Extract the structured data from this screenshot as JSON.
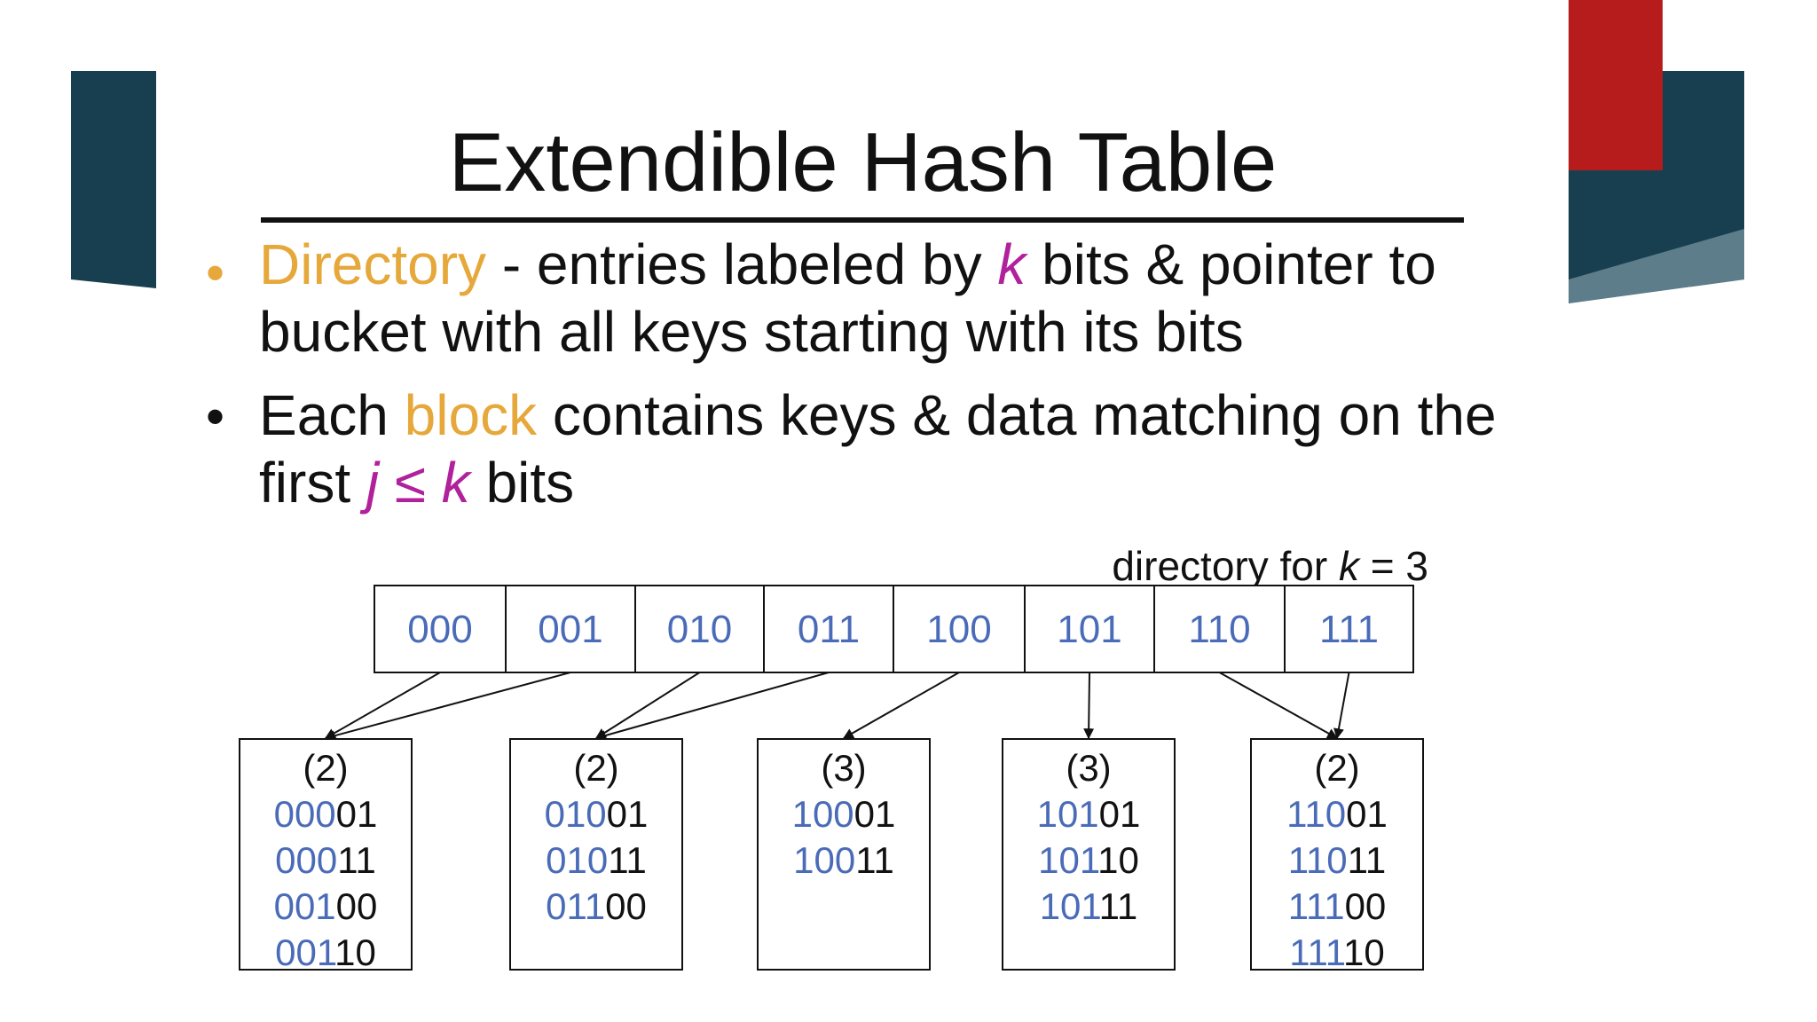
{
  "title": "Extendible Hash Table",
  "bullets": [
    {
      "parts": [
        {
          "text": "Directory",
          "style": "orange"
        },
        {
          "text": " - entries labeled by ",
          "style": "plain"
        },
        {
          "text": "k",
          "style": "magenta"
        },
        {
          "text": " bits & pointer to bucket with all keys starting with its bits",
          "style": "plain"
        }
      ]
    },
    {
      "parts": [
        {
          "text": "Each ",
          "style": "plain"
        },
        {
          "text": "block",
          "style": "orange"
        },
        {
          "text": " contains keys & data matching on the first ",
          "style": "plain"
        },
        {
          "text": "j ≤ k",
          "style": "magenta"
        },
        {
          "text": " bits",
          "style": "plain"
        }
      ]
    }
  ],
  "directory_caption": {
    "prefix": "directory for ",
    "var": "k",
    "suffix": " = 3"
  },
  "directory_entries": [
    "000",
    "001",
    "010",
    "011",
    "100",
    "101",
    "110",
    "111"
  ],
  "buckets": [
    {
      "depth": "(2)",
      "keys": [
        [
          "000",
          "01"
        ],
        [
          "000",
          "11"
        ],
        [
          "001",
          "00"
        ],
        [
          "001",
          "10"
        ]
      ]
    },
    {
      "depth": "(2)",
      "keys": [
        [
          "010",
          "01"
        ],
        [
          "010",
          "11"
        ],
        [
          "011",
          "00"
        ]
      ]
    },
    {
      "depth": "(3)",
      "keys": [
        [
          "100",
          "01"
        ],
        [
          "100",
          "11"
        ]
      ]
    },
    {
      "depth": "(3)",
      "keys": [
        [
          "101",
          "01"
        ],
        [
          "101",
          "10"
        ],
        [
          "101",
          "11"
        ]
      ]
    },
    {
      "depth": "(2)",
      "keys": [
        [
          "110",
          "01"
        ],
        [
          "110",
          "11"
        ],
        [
          "111",
          "00"
        ],
        [
          "111",
          "10"
        ]
      ]
    }
  ],
  "pointers": [
    {
      "from": 0,
      "to": 0
    },
    {
      "from": 1,
      "to": 0
    },
    {
      "from": 2,
      "to": 1
    },
    {
      "from": 3,
      "to": 1
    },
    {
      "from": 4,
      "to": 2
    },
    {
      "from": 5,
      "to": 3
    },
    {
      "from": 6,
      "to": 4
    },
    {
      "from": 7,
      "to": 4
    }
  ],
  "colors": {
    "accent_orange": "#e6a83a",
    "accent_magenta": "#b0219b",
    "binary_blue": "#4a6bb8",
    "deco_teal": "#173f4f",
    "deco_red": "#b71c1c"
  }
}
